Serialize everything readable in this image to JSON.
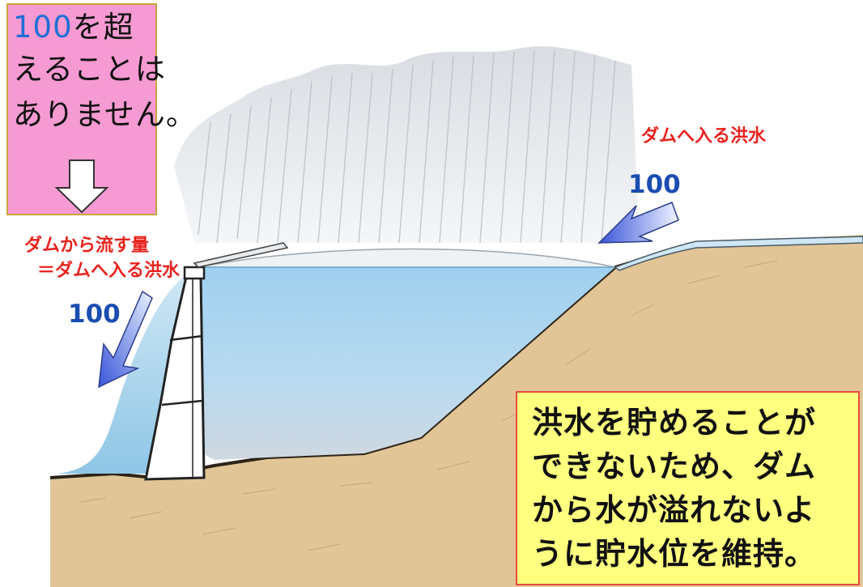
{
  "callout_top_left": {
    "number": "100",
    "line1_rest": "を超",
    "line2": "えることは",
    "line3": "ありません。"
  },
  "label_outflow": {
    "line1": "ダムから流す量",
    "line2": "＝ダムへ入る洪水"
  },
  "label_inflow": "ダムへ入る洪水",
  "outflow_value": "100",
  "inflow_value": "100",
  "callout_bottom_right": {
    "line1": "洪水を貯めることが",
    "line2": "できないため、ダム",
    "line3": "から水が溢れないよ",
    "line4": "うに貯水位を維持。"
  },
  "colors": {
    "pink_box": "#f59ad2",
    "yellow_box": "#ffff80",
    "label_red": "#e8231d",
    "number_blue": "#1a4db0",
    "water": "#a9d2ee",
    "ground": "#e2c596"
  }
}
